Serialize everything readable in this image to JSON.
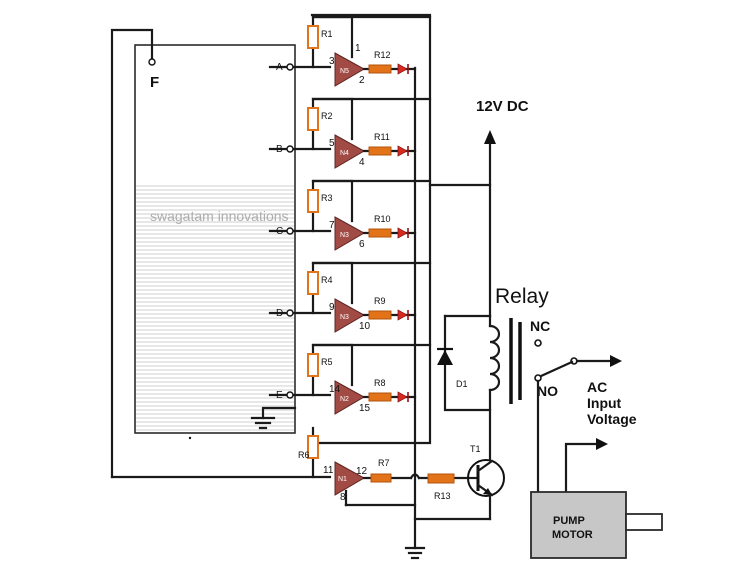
{
  "labels": {
    "level_point_f": "F",
    "supply": "12V DC",
    "relay": "Relay",
    "nc": "NC",
    "no": "NO",
    "ac_input_line1": "AC",
    "ac_input_line2": "Input",
    "ac_input_line3": "Voltage",
    "pump_line1": "PUMP",
    "pump_line2": "MOTOR",
    "watermark": "swagatam innovations",
    "diode_d1": "D1",
    "transistor_t1": "T1",
    "resistor_r13": "R13",
    "resistor_r6": "R6",
    "resistor_r7": "R7",
    "opamp_n1": "N1",
    "pin_11": "11",
    "pin_12": "12",
    "pin_8": "8"
  },
  "stages": [
    {
      "probe": "A",
      "feedback": "R1",
      "series": "R12",
      "amp": "N5",
      "in": "3",
      "out": "2",
      "extra": "1"
    },
    {
      "probe": "B",
      "feedback": "R2",
      "series": "R11",
      "amp": "N4",
      "in": "5",
      "out": "4",
      "extra": ""
    },
    {
      "probe": "C",
      "feedback": "R3",
      "series": "R10",
      "amp": "N3",
      "in": "7",
      "out": "6",
      "extra": ""
    },
    {
      "probe": "D",
      "feedback": "R4",
      "series": "R9",
      "amp": "N3",
      "in": "9",
      "out": "10",
      "extra": ""
    },
    {
      "probe": "E",
      "feedback": "R5",
      "series": "R8",
      "amp": "N2",
      "in": "14",
      "out": "15",
      "extra": ""
    }
  ]
}
